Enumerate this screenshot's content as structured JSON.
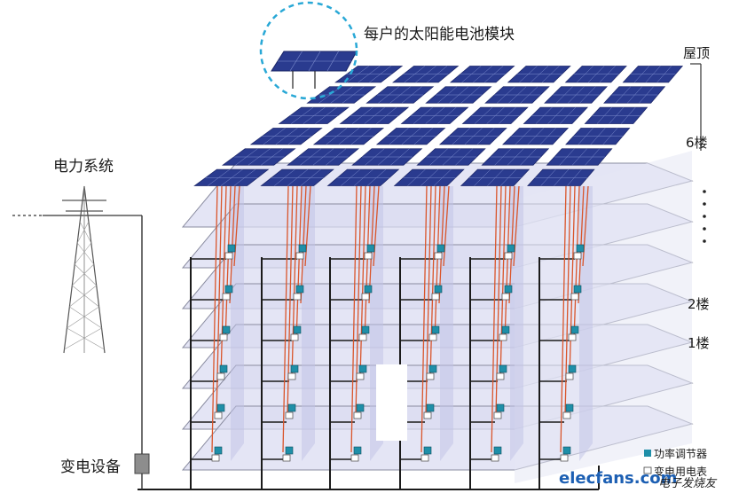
{
  "labels": {
    "module": "每户的太阳能电池模块",
    "roof": "屋顶",
    "floor6": "6楼",
    "floor2": "2楼",
    "floor1": "1楼",
    "grid": "电力系统",
    "transformer": "变电设备"
  },
  "legend": {
    "regulator": "功率调节器",
    "meter": "变电用电表"
  },
  "watermark": {
    "site": "elecfans.com",
    "tagline": "电子发烧友"
  },
  "colors": {
    "panel": "#2a3b8f",
    "panel_line": "#7f8fd0",
    "floor": "#d9dbf1",
    "floor_edge": "#8a8ca0",
    "wire": "#d9552b",
    "regulator": "#1f8fa8",
    "highlight": "#29a8d6"
  }
}
